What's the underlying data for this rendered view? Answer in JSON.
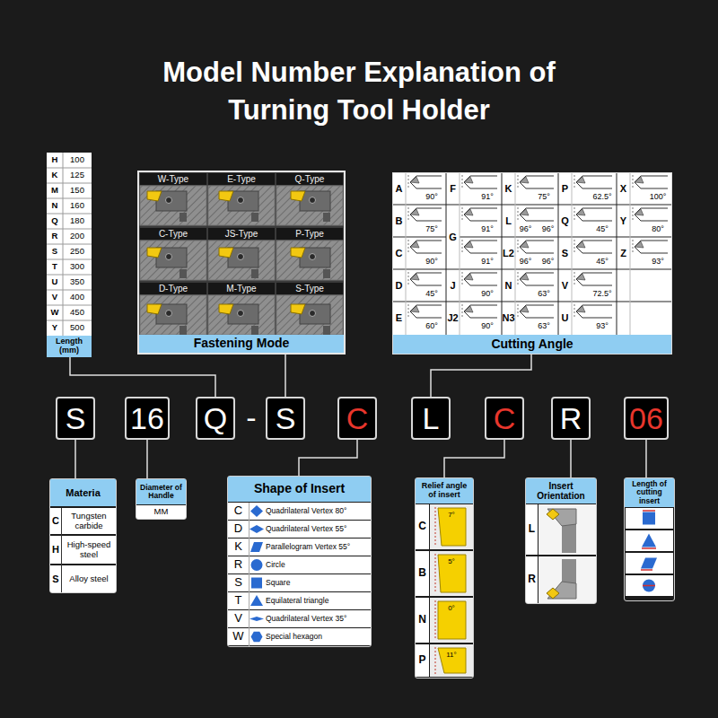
{
  "diagram": {
    "title": "Model Number Explanation of Turning Tool Holder",
    "nodes": [
      {
        "text": [
          "Length (mm)"
        ]
      },
      {
        "text": [
          "Fastening Mode"
        ]
      },
      {
        "text": [
          "Cutting Angle"
        ]
      },
      {
        "text": [
          "S"
        ]
      },
      {
        "text": [
          "16"
        ]
      },
      {
        "text": [
          "Q"
        ]
      },
      {
        "text": [
          "S"
        ]
      },
      {
        "text": [
          "C"
        ]
      },
      {
        "text": [
          "L"
        ]
      },
      {
        "text": [
          "C"
        ]
      },
      {
        "text": [
          "R"
        ]
      },
      {
        "text": [
          "06"
        ]
      },
      {
        "text": [
          "Materia"
        ]
      },
      {
        "text": [
          "Diameter of Handle"
        ]
      },
      {
        "text": [
          "Shape of Insert"
        ]
      },
      {
        "text": [
          "Relief angle of insert"
        ]
      },
      {
        "text": [
          "Insert Orientation"
        ]
      },
      {
        "text": [
          "Length of cutting insert"
        ]
      }
    ],
    "edges": [
      {
        "from": 3,
        "to": 12,
        "arrow": "none"
      },
      {
        "from": 4,
        "to": 13,
        "arrow": "none"
      },
      {
        "from": 5,
        "to": 0,
        "arrow": "none"
      },
      {
        "from": 6,
        "to": 1,
        "arrow": "none"
      },
      {
        "from": 7,
        "to": 14,
        "arrow": "none"
      },
      {
        "from": 8,
        "to": 2,
        "arrow": "none"
      },
      {
        "from": 9,
        "to": 15,
        "arrow": "none"
      },
      {
        "from": 10,
        "to": 16,
        "arrow": "none"
      },
      {
        "from": 11,
        "to": 17,
        "arrow": "none"
      }
    ],
    "labels": [
      "H",
      "100",
      "K",
      "125",
      "M",
      "150",
      "N",
      "160",
      "Q",
      "180",
      "R",
      "200",
      "S",
      "250",
      "T",
      "300",
      "U",
      "350",
      "V",
      "400",
      "W",
      "450",
      "Y",
      "500",
      "W-Type",
      "E-Type",
      "Q-Type",
      "C-Type",
      "JS-Type",
      "P-Type",
      "D-Type",
      "M-Type",
      "S-Type",
      "A",
      "90°",
      "F",
      "91°",
      "K",
      "75°",
      "P",
      "62.5°",
      "X",
      "100°",
      "B",
      "75°",
      "G",
      "91°",
      "L",
      "96°",
      "96°",
      "Q",
      "45°",
      "Y",
      "80°",
      "C",
      "90°",
      "91°",
      "L2",
      "96°",
      "96°",
      "S",
      "45°",
      "Z",
      "93°",
      "D",
      "45°",
      "J",
      "90°",
      "N",
      "63°",
      "V",
      "72.5°",
      "E",
      "60°",
      "J2",
      "90°",
      "N3",
      "63°",
      "U",
      "93°",
      "-",
      "C",
      "Tungsten carbide",
      "H",
      "High-speed steel",
      "S",
      "Alloy steel",
      "MM",
      "C",
      "Quadrilateral Vertex 80°",
      "D",
      "Quadrilateral Vertex 55°",
      "K",
      "Parallelogram Vertex 55°",
      "R",
      "Circle",
      "S",
      "Square",
      "T",
      "Equilateral triangle",
      "V",
      "Quadrilateral Vertex 35°",
      "W",
      "Special hexagon",
      "C",
      "7°",
      "B",
      "5°",
      "N",
      "0°",
      "P",
      "11°",
      "L",
      "R"
    ]
  }
}
